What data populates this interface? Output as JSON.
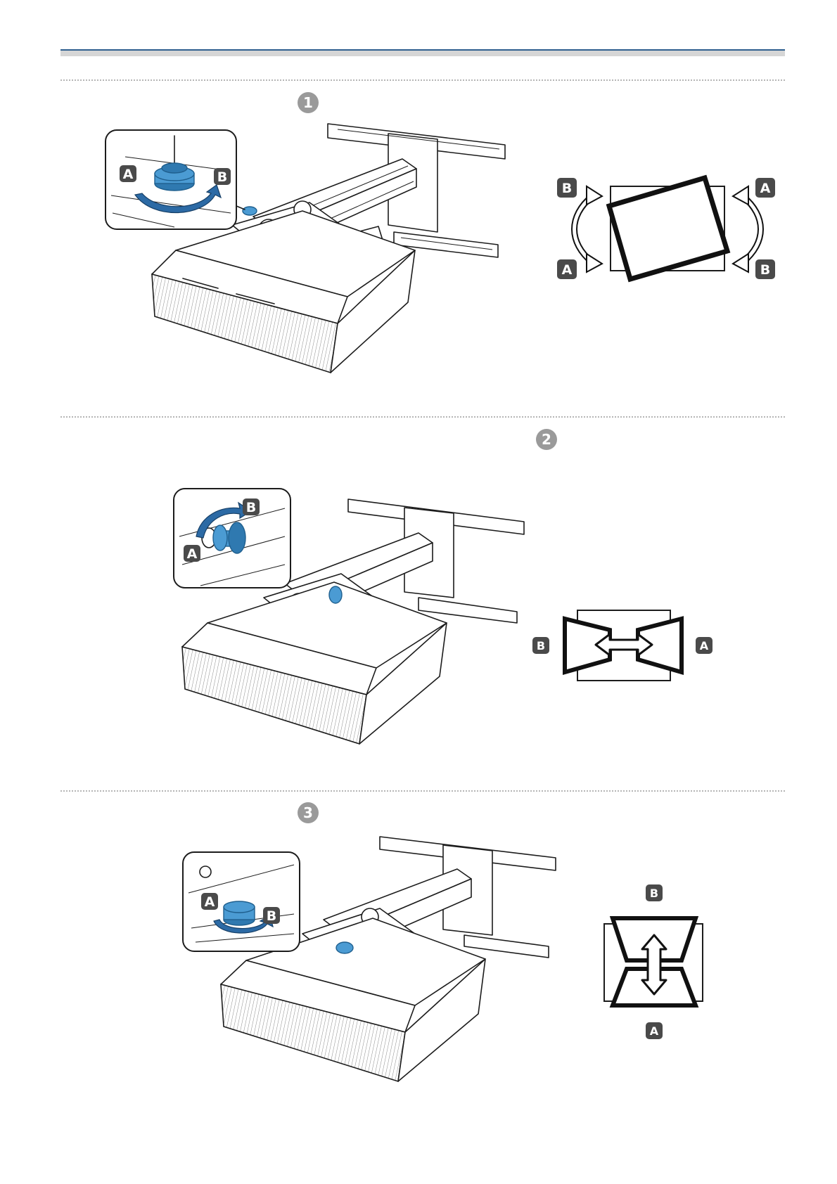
{
  "steps": [
    {
      "number": "1",
      "callouts": [
        "A",
        "B"
      ],
      "diagram_labels": [
        "B",
        "A",
        "A",
        "B"
      ]
    },
    {
      "number": "2",
      "callouts": [
        "B",
        "A"
      ],
      "diagram_labels": [
        "B",
        "A"
      ]
    },
    {
      "number": "3",
      "callouts": [
        "A",
        "B"
      ],
      "diagram_labels": [
        "B",
        "A"
      ]
    }
  ],
  "colors": {
    "header_rule": "#2f5f8e",
    "adjustment_knob": "#4b9bd3",
    "rotation_arrow": "#2c6aa5",
    "step_number_circle": "#9a9a9a"
  }
}
